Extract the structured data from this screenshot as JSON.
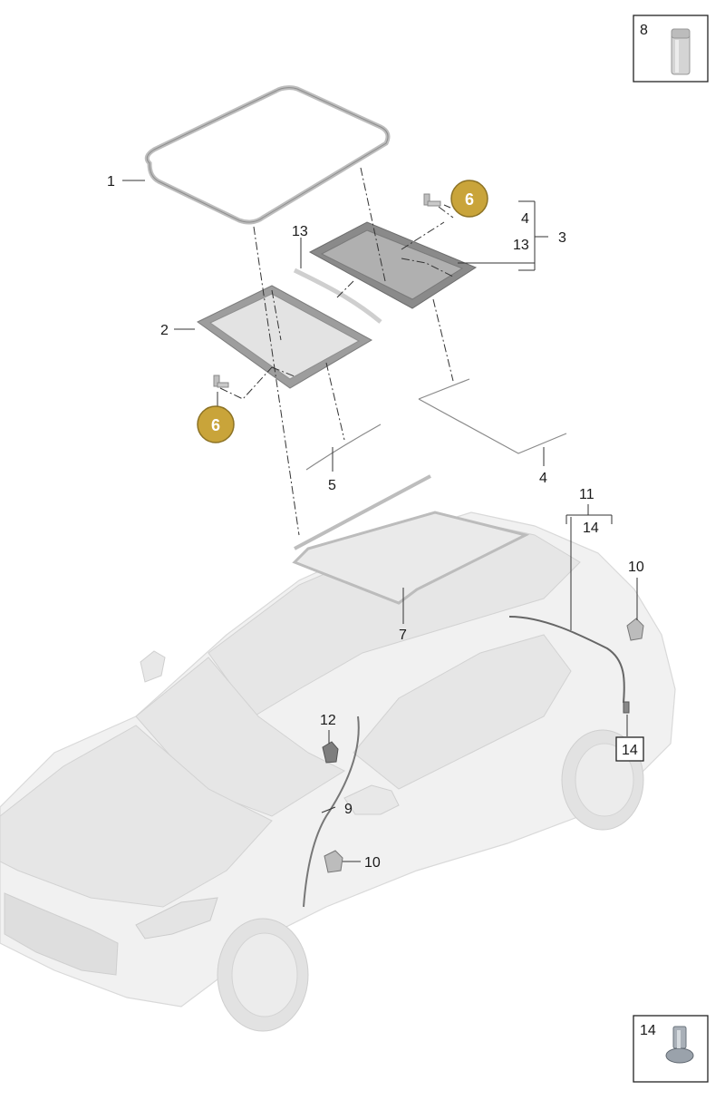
{
  "callouts": {
    "c1": "1",
    "c2": "2",
    "c3": "3",
    "c4a": "4",
    "c4b": "4",
    "c5": "5",
    "c6a": "6",
    "c6b": "6",
    "c7": "7",
    "c8": "8",
    "c9": "9",
    "c10a": "10",
    "c10b": "10",
    "c11": "11",
    "c12": "12",
    "c13a": "13",
    "c13b": "13",
    "c14a": "14",
    "c14b": "14",
    "c14c": "14"
  },
  "colors": {
    "badge": "#c9a43a",
    "badge_border": "#8c7224"
  }
}
